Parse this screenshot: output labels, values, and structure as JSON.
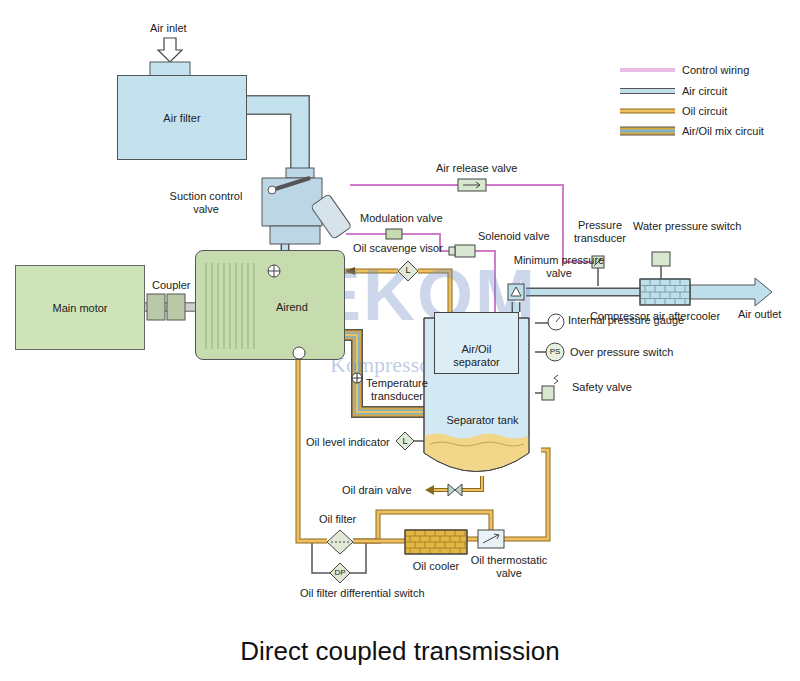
{
  "diagram": {
    "caption": "Direct coupled transmission",
    "nodes": [
      {
        "text": [
          "Air filter"
        ]
      },
      {
        "text": [
          "Suction control valve"
        ]
      },
      {
        "text": [
          "Main motor"
        ]
      },
      {
        "text": [
          "Airend"
        ]
      },
      {
        "text": [
          "Separator tank"
        ]
      },
      {
        "text": [
          "Air/Oil separator"
        ],
        "in": 4
      },
      {
        "text": [
          "Minimum pressure valve"
        ]
      },
      {
        "text": [
          "Compressor air aftercooler"
        ]
      },
      {
        "text": [
          "L",
          "Oil scavenge visor"
        ]
      },
      {
        "text": [
          "Oil thermostatic valve"
        ]
      },
      {
        "text": [
          "Oil cooler"
        ]
      },
      {
        "text": [
          "Oil filter"
        ]
      }
    ],
    "edges": [
      {
        "from": 0,
        "to": 1,
        "arrow": "none"
      },
      {
        "from": 1,
        "to": 3,
        "arrow": "none"
      },
      {
        "from": 2,
        "to": 3,
        "arrow": "none"
      },
      {
        "from": 3,
        "to": 4,
        "arrow": "none"
      },
      {
        "from": 5,
        "to": 6,
        "arrow": "none"
      },
      {
        "from": 6,
        "to": 7,
        "arrow": "none"
      },
      {
        "from": 5,
        "to": 8,
        "arrow": "none"
      },
      {
        "from": 8,
        "to": 3,
        "arrow": "to"
      },
      {
        "from": 4,
        "to": 9,
        "arrow": "none"
      },
      {
        "from": 9,
        "to": 10,
        "arrow": "none"
      },
      {
        "from": 9,
        "to": 11,
        "arrow": "none"
      },
      {
        "from": 10,
        "to": 11,
        "arrow": "none"
      },
      {
        "from": 11,
        "to": 3,
        "arrow": "none"
      }
    ],
    "labels": [
      "Air inlet",
      "Coupler",
      "Air release valve",
      "Modulation valve",
      "Solenoid valve",
      "Pressure transducer",
      "Water pressure switch",
      "Air outlet",
      "Internal pressure gauge",
      "PS",
      "Over pressure switch",
      "Safety valve",
      "Temperature transducer",
      "L",
      "Oil level indicator",
      "Oil drain valve",
      "DP",
      "Oil filter differential switch",
      "ADEKOM",
      "Kompressoren"
    ],
    "legend": [
      {
        "text": "Control wiring"
      },
      {
        "text": "Air circuit"
      },
      {
        "text": "Oil circuit"
      },
      {
        "text": "Air/Oil mix circuit"
      }
    ]
  }
}
